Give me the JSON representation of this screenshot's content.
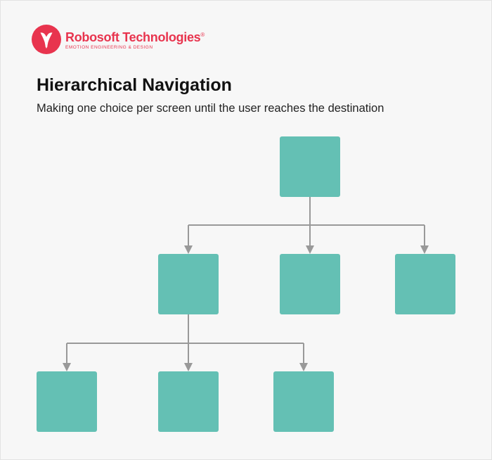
{
  "brand": {
    "name": "Robosoft Technologies",
    "registered_mark": "®",
    "tagline": "EMOTION ENGINEERING & DESIGN"
  },
  "title": "Hierarchical Navigation",
  "subtitle": "Making one choice per screen until the user reaches the destination",
  "colors": {
    "node_fill": "#64c0b4",
    "connector": "#999999",
    "brand": "#e8344e",
    "background": "#f7f7f7"
  },
  "diagram": {
    "type": "tree",
    "nodes": [
      {
        "id": "root"
      },
      {
        "id": "level1-a",
        "parent": "root"
      },
      {
        "id": "level1-b",
        "parent": "root"
      },
      {
        "id": "level1-c",
        "parent": "root"
      },
      {
        "id": "level2-a",
        "parent": "level1-a"
      },
      {
        "id": "level2-b",
        "parent": "level1-a"
      },
      {
        "id": "level2-c",
        "parent": "level1-a"
      }
    ]
  }
}
